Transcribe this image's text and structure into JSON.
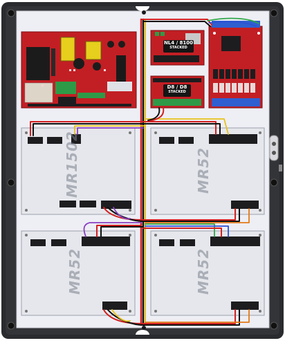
{
  "boards": {
    "nl4_label": "NL4 / 8100",
    "nl4_sublabel": "STACKED",
    "d8_label": "D8 / D8",
    "d8_sublabel": "STACKED",
    "mr1502_label": "MR1502",
    "mr52_top_right_label": "MR52",
    "mr52_bottom_left_label": "MR52",
    "mr52_bottom_right_label": "MR52"
  },
  "colors": {
    "enclosure": "#2a2b2f",
    "backplate": "#eeeef5",
    "pcb_red": "#c21f24",
    "pcb_white": "#e6e7ec",
    "connector_black": "#1d1d1f",
    "terminal_green": "#2e9a48",
    "terminal_blue": "#2f5fd0",
    "wire_red": "#d22020",
    "wire_black": "#101010",
    "wire_yellow": "#e8c21a",
    "wire_purple": "#8a3fc0",
    "wire_green": "#2fa84a",
    "wire_blue": "#2c4fd6",
    "wire_orange": "#e37a16"
  }
}
